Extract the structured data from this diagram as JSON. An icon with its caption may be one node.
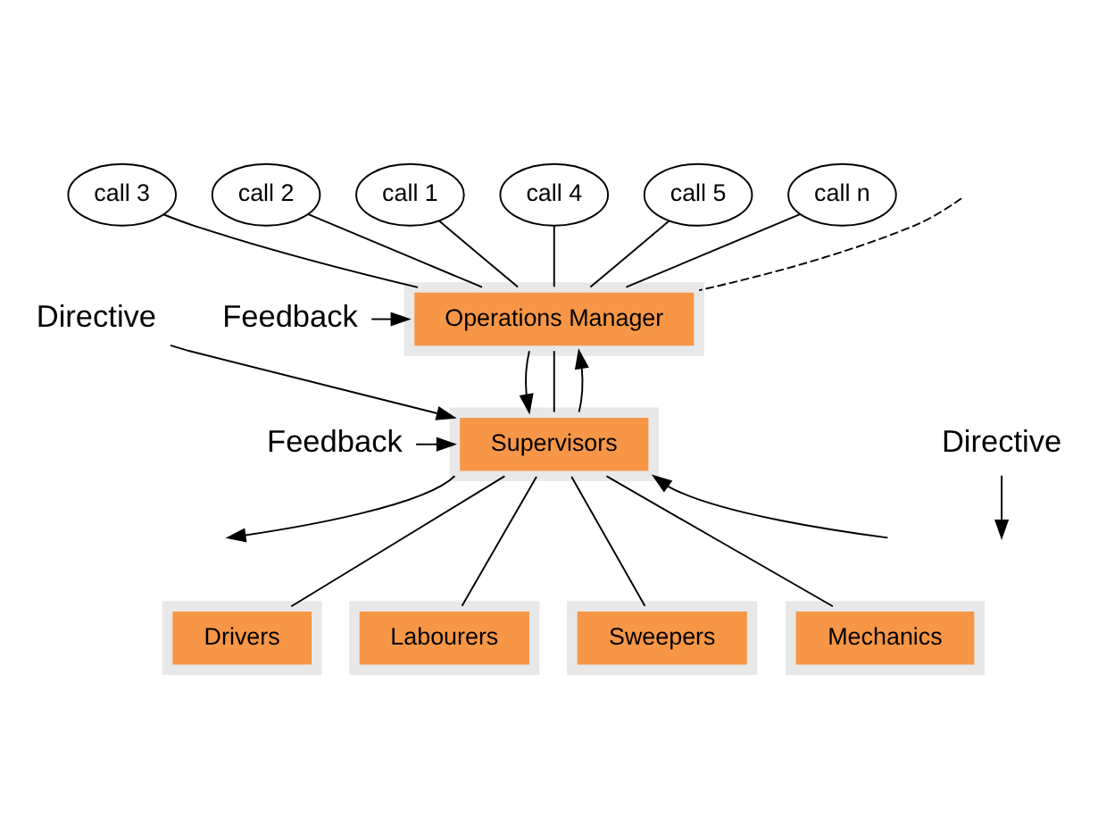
{
  "diagram": {
    "nodes": [
      {
        "text": [
          "call 3"
        ]
      },
      {
        "text": [
          "call 2"
        ]
      },
      {
        "text": [
          "call 1"
        ]
      },
      {
        "text": [
          "Operations Manager"
        ]
      },
      {
        "text": [
          "call 4"
        ]
      },
      {
        "text": [
          "call 5"
        ]
      },
      {
        "text": [
          "call n"
        ]
      },
      {
        "text": [
          "Directive"
        ]
      },
      {
        "text": [
          "Feedback"
        ]
      },
      {
        "text": [
          "Supervisors"
        ]
      },
      {
        "text": [
          "Directive"
        ]
      },
      {
        "text": [
          "Feedback"
        ]
      },
      {
        "text": [
          "Drivers"
        ]
      },
      {
        "text": [
          "Labourers"
        ]
      },
      {
        "text": [
          "Sweepers"
        ]
      },
      {
        "text": [
          "Mechanics"
        ]
      }
    ],
    "edges": [
      {
        "from": 0,
        "to": 3,
        "arrow": "none"
      },
      {
        "from": 1,
        "to": 3,
        "arrow": "none"
      },
      {
        "from": 2,
        "to": 3,
        "arrow": "none"
      },
      {
        "from": 4,
        "to": 3,
        "arrow": "none"
      },
      {
        "from": 5,
        "to": 3,
        "arrow": "none"
      },
      {
        "from": 6,
        "to": 3,
        "arrow": "none"
      },
      {
        "from": null,
        "to": 3,
        "arrow": "none",
        "style": "dashed"
      },
      {
        "from": 3,
        "to": 9,
        "arrow": "to"
      },
      {
        "from": 3,
        "to": 9,
        "arrow": "none"
      },
      {
        "from": 9,
        "to": 3,
        "arrow": "to"
      },
      {
        "from": 7,
        "to": 9,
        "arrow": "to"
      },
      {
        "from": 8,
        "to": 3,
        "arrow": "to"
      },
      {
        "from": null,
        "to": 9,
        "arrow": "to"
      },
      {
        "from": 9,
        "to": null,
        "arrow": "to"
      },
      {
        "from": 10,
        "to": null,
        "arrow": "to"
      },
      {
        "from": 11,
        "to": 9,
        "arrow": "to"
      },
      {
        "from": 9,
        "to": 12,
        "arrow": "none"
      },
      {
        "from": 9,
        "to": 13,
        "arrow": "none"
      },
      {
        "from": 9,
        "to": 14,
        "arrow": "none"
      },
      {
        "from": 9,
        "to": 15,
        "arrow": "none"
      }
    ]
  }
}
